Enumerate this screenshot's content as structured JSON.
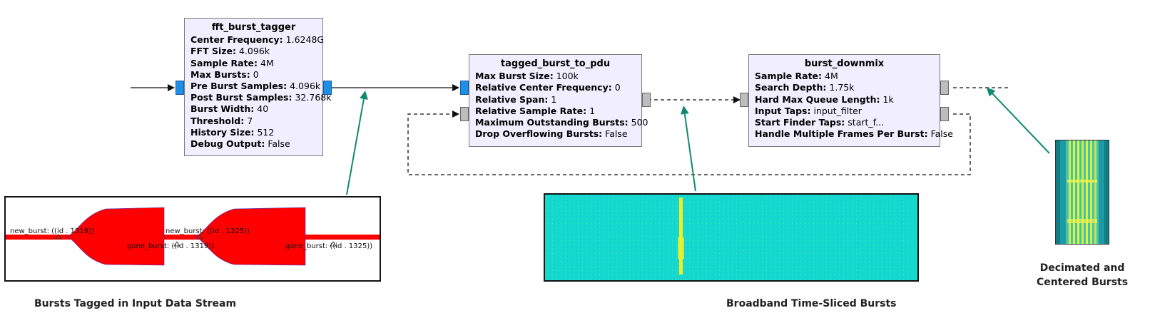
{
  "blocks": {
    "fft_burst_tagger": {
      "title": "fft_burst_tagger",
      "params": [
        {
          "name": "Center Frequency:",
          "value": "1.6248G"
        },
        {
          "name": "FFT Size:",
          "value": "4.096k"
        },
        {
          "name": "Sample Rate:",
          "value": "4M"
        },
        {
          "name": "Max Bursts:",
          "value": "0"
        },
        {
          "name": "Pre Burst Samples:",
          "value": "4.096k"
        },
        {
          "name": "Post Burst Samples:",
          "value": "32.768k"
        },
        {
          "name": "Burst Width:",
          "value": "40"
        },
        {
          "name": "Threshold:",
          "value": "7"
        },
        {
          "name": "History Size:",
          "value": "512"
        },
        {
          "name": "Debug Output:",
          "value": "False"
        }
      ]
    },
    "tagged_burst_to_pdu": {
      "title": "tagged_burst_to_pdu",
      "params": [
        {
          "name": "Max Burst Size:",
          "value": "100k"
        },
        {
          "name": "Relative Center Frequency:",
          "value": "0"
        },
        {
          "name": "Relative Span:",
          "value": "1"
        },
        {
          "name": "Relative Sample Rate:",
          "value": "1"
        },
        {
          "name": "Maximum Outstanding Bursts:",
          "value": "500"
        },
        {
          "name": "Drop Overflowing Bursts:",
          "value": "False"
        }
      ]
    },
    "burst_downmix": {
      "title": "burst_downmix",
      "params": [
        {
          "name": "Sample Rate:",
          "value": "4M"
        },
        {
          "name": "Search Depth:",
          "value": "1.75k"
        },
        {
          "name": "Hard Max Queue Length:",
          "value": "1k"
        },
        {
          "name": "Input Taps:",
          "value": "input_filter"
        },
        {
          "name": "Start Finder Taps:",
          "value": "start_f..."
        },
        {
          "name": "Handle Multiple Frames Per Burst:",
          "value": "False"
        }
      ]
    }
  },
  "tags": {
    "new_burst_1": "new_burst: ((id . 1319))",
    "new_burst_2": "new_burst: ((id . 1325))",
    "gone_burst_1": "gone_burst: ((id . 1319))",
    "gone_burst_2": "gone_burst: ((id . 1325))"
  },
  "captions": {
    "input": "Bursts Tagged in Input Data Stream",
    "broadband": "Broadband Time-Sliced Bursts",
    "decimated_line1": "Decimated and",
    "decimated_line2": "Centered Bursts"
  },
  "colors": {
    "block_fill": "#f1efff",
    "stream_port": "#1e8fe8",
    "message_port": "#bdbdbd",
    "annotation_arrow": "#0f8a6e",
    "signal": "#ff0000",
    "spectrogram_bg": "#12d8cf",
    "spectrogram_burst": "#f0f020"
  }
}
